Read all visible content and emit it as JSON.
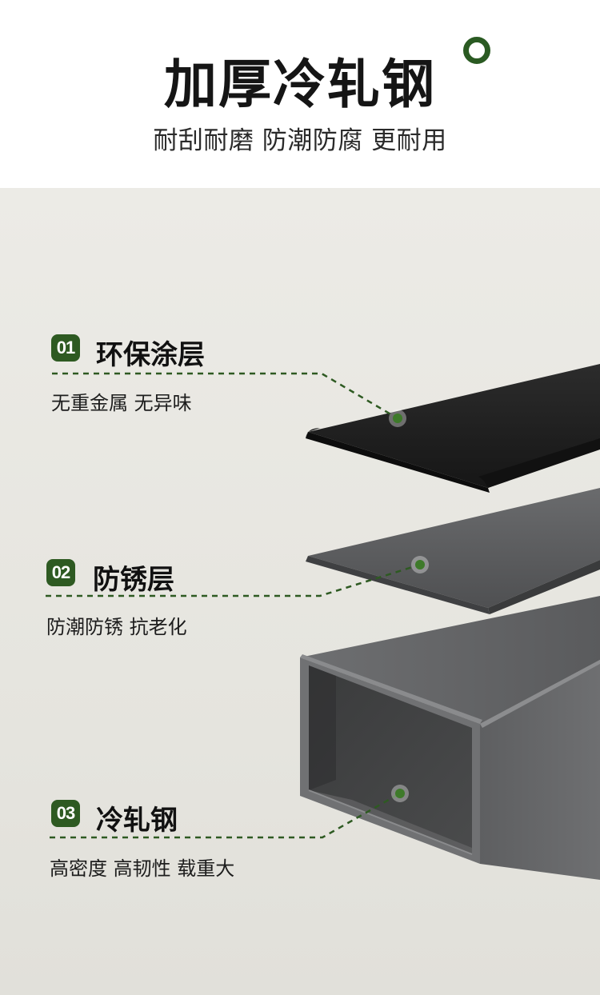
{
  "header": {
    "title": "加厚冷轧钢",
    "subtitle": "耐刮耐磨 防潮防腐 更耐用"
  },
  "layers": [
    {
      "number": "01",
      "name": "环保涂层",
      "desc": "无重金属 无异味"
    },
    {
      "number": "02",
      "name": "防锈层",
      "desc": "防潮防锈 抗老化"
    },
    {
      "number": "03",
      "name": "冷轧钢",
      "desc": "高密度 高韧性 载重大"
    }
  ],
  "colors": {
    "accent_green": "#2e5a22",
    "panel_bg": "#e8e7e1",
    "coating_black": "#1f1f1f",
    "steel_gray": "#5a5b5d"
  }
}
